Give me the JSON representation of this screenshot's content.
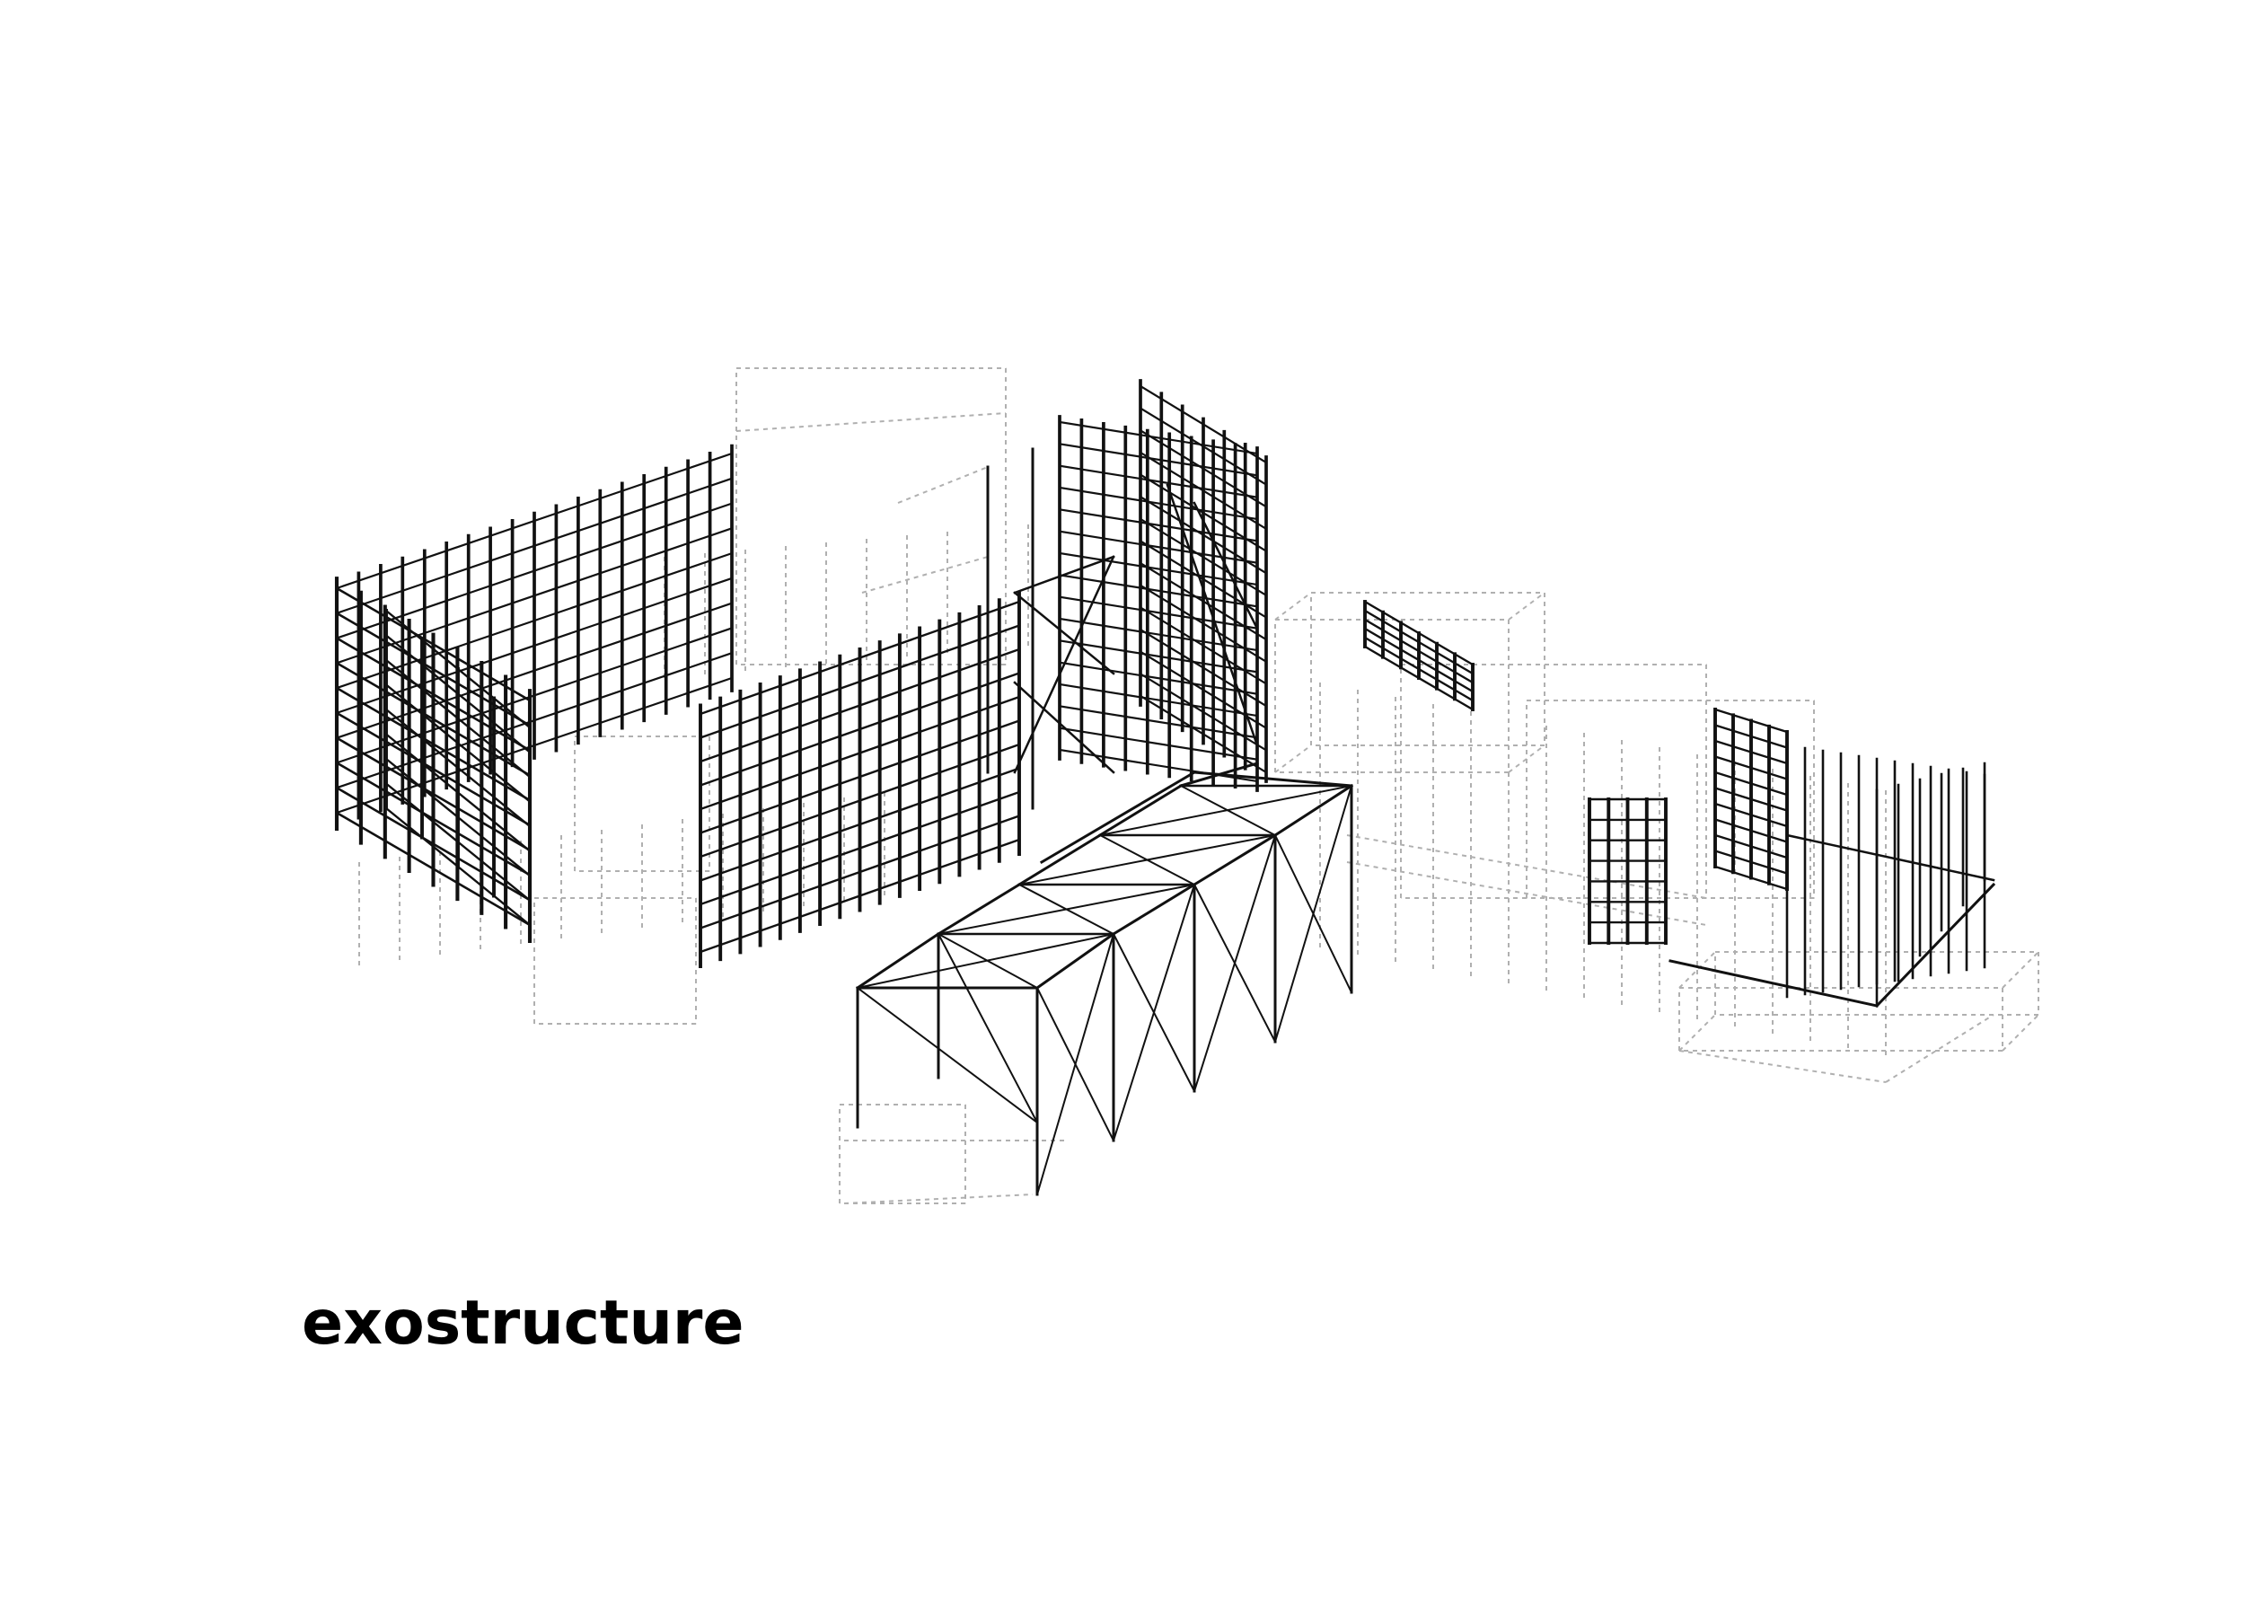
{
  "caption": "exostructure",
  "colors": {
    "background": "#ffffff",
    "structure": "#111111",
    "context": "#b0b0b0",
    "caption": "#000000"
  },
  "diagram": {
    "style": "axonometric line drawing",
    "components": [
      "west-grid-block",
      "context-volume-left",
      "middle-grid-wall",
      "tower-grid",
      "braced-truss-pavilion",
      "east-grid-block",
      "context-volume-right"
    ]
  }
}
